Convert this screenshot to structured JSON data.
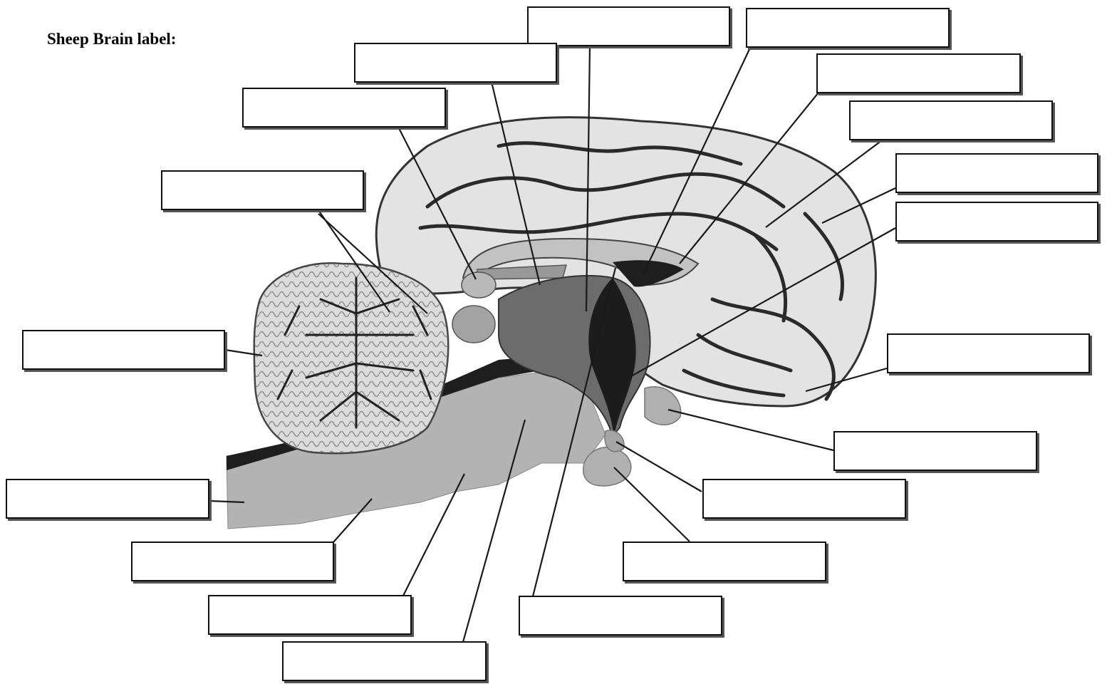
{
  "title": "Sheep Brain label:",
  "colors": {
    "background": "#ffffff",
    "box_border": "#111111",
    "leader_line": "#1a1a1a",
    "cerebrum": "#e6e6e6",
    "cerebellum": "#d9d9d9",
    "brainstem": "#a9a9a9",
    "ventricle": "#222222",
    "thalamus": "#6f6f6f"
  },
  "icons": [
    "sheep-brain-sagittal-illustration"
  ],
  "label_boxes": [
    {
      "id": "box-1",
      "answer": ""
    },
    {
      "id": "box-2",
      "answer": ""
    },
    {
      "id": "box-3",
      "answer": ""
    },
    {
      "id": "box-4",
      "answer": ""
    },
    {
      "id": "box-5",
      "answer": ""
    },
    {
      "id": "box-6",
      "answer": ""
    },
    {
      "id": "box-7",
      "answer": ""
    },
    {
      "id": "box-8",
      "answer": ""
    },
    {
      "id": "box-9",
      "answer": ""
    },
    {
      "id": "box-10",
      "answer": ""
    },
    {
      "id": "box-11",
      "answer": ""
    },
    {
      "id": "box-12",
      "answer": ""
    },
    {
      "id": "box-13",
      "answer": ""
    },
    {
      "id": "box-14",
      "answer": ""
    },
    {
      "id": "box-15",
      "answer": ""
    },
    {
      "id": "box-16",
      "answer": ""
    },
    {
      "id": "box-17",
      "answer": ""
    },
    {
      "id": "box-18",
      "answer": ""
    },
    {
      "id": "box-19",
      "answer": ""
    },
    {
      "id": "box-20",
      "answer": ""
    }
  ]
}
